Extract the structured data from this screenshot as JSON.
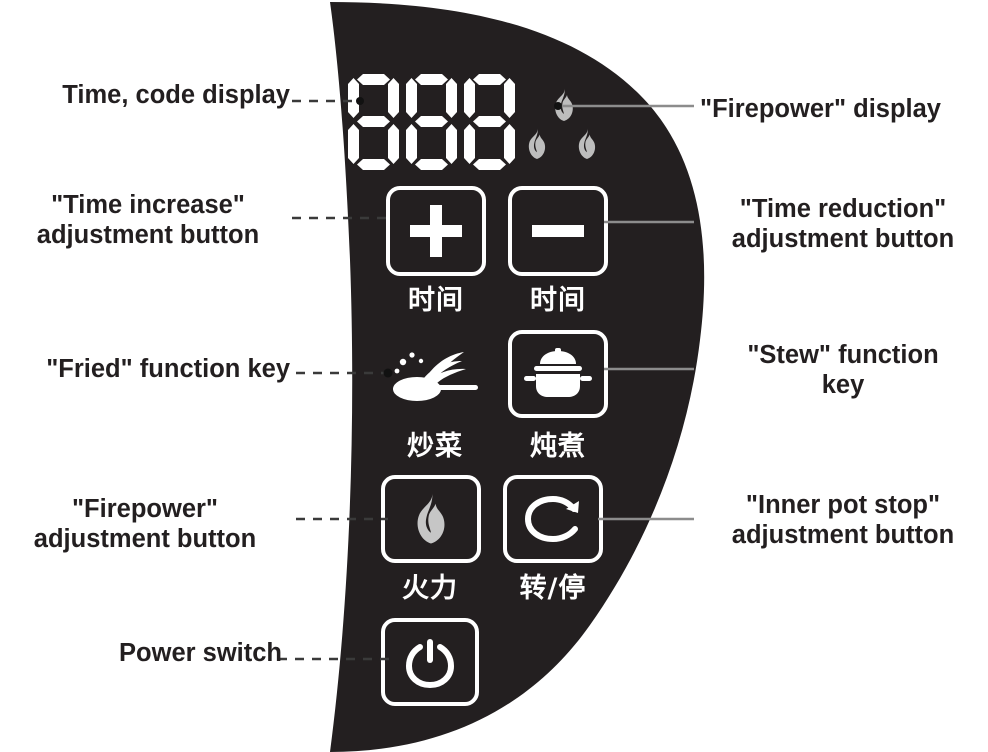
{
  "diagram": {
    "title": "Induction cooker control panel callout diagram",
    "panel_color": "#231f20",
    "panel_text_color": "#ffffff",
    "label_color": "#231f20",
    "leader_left_color": "#3a3a3a",
    "leader_right_color": "#8c8c8c",
    "flame_color": "#b9b9b9"
  },
  "display": {
    "segment_value": "888",
    "digits": [
      "8",
      "8",
      "8"
    ],
    "firepower_flames": 3
  },
  "buttons": [
    {
      "key": "time_increase",
      "glyph": "plus",
      "cn": "时间",
      "en": "Time increase"
    },
    {
      "key": "time_decrease",
      "glyph": "minus",
      "cn": "时间",
      "en": "Time reduction"
    },
    {
      "key": "fried",
      "glyph": "wok",
      "cn": "炒菜",
      "en": "Fried"
    },
    {
      "key": "stew",
      "glyph": "pot",
      "cn": "炖煮",
      "en": "Stew"
    },
    {
      "key": "firepower",
      "glyph": "flame",
      "cn": "火力",
      "en": "Firepower"
    },
    {
      "key": "inner_pot_stop",
      "glyph": "rotate",
      "cn": "转/停",
      "en": "Inner pot stop"
    },
    {
      "key": "power",
      "glyph": "power",
      "cn": "",
      "en": "Power switch"
    }
  ],
  "cn_labels": {
    "time_increase": "时间",
    "time_decrease": "时间",
    "fried": "炒菜",
    "stew": "炖煮",
    "firepower": "火力",
    "inner_pot_stop": "转/停"
  },
  "callouts": {
    "left": [
      {
        "id": "time_code_display",
        "text": "Time, code display"
      },
      {
        "id": "time_increase_button",
        "text": "\"Time increase\"\nadjustment button"
      },
      {
        "id": "fried_function_key",
        "text": "\"Fried\" function key"
      },
      {
        "id": "firepower_adjust_button",
        "text": "\"Firepower\"\nadjustment button"
      },
      {
        "id": "power_switch",
        "text": "Power switch"
      }
    ],
    "right": [
      {
        "id": "firepower_display",
        "text": "\"Firepower\" display"
      },
      {
        "id": "time_reduction_button",
        "text": "\"Time reduction\"\nadjustment button"
      },
      {
        "id": "stew_function_key",
        "text": "\"Stew\" function\nkey"
      },
      {
        "id": "inner_pot_stop_button",
        "text": "\"Inner pot stop\"\nadjustment button"
      }
    ]
  }
}
